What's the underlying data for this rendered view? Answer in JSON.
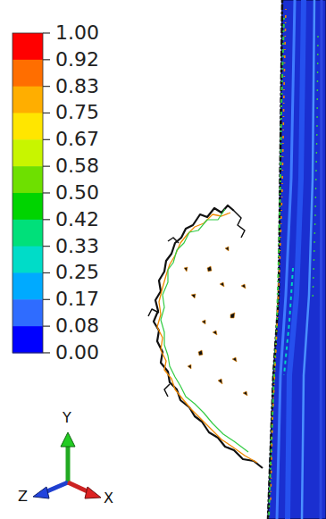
{
  "diagram": {
    "labels": [
      "1.00",
      "0.92",
      "0.83",
      "0.75",
      "0.67",
      "0.58",
      "0.50",
      "0.42",
      "0.33",
      "0.25",
      "0.17",
      "0.08",
      "0.00",
      "Y",
      "Z",
      "X"
    ]
  }
}
